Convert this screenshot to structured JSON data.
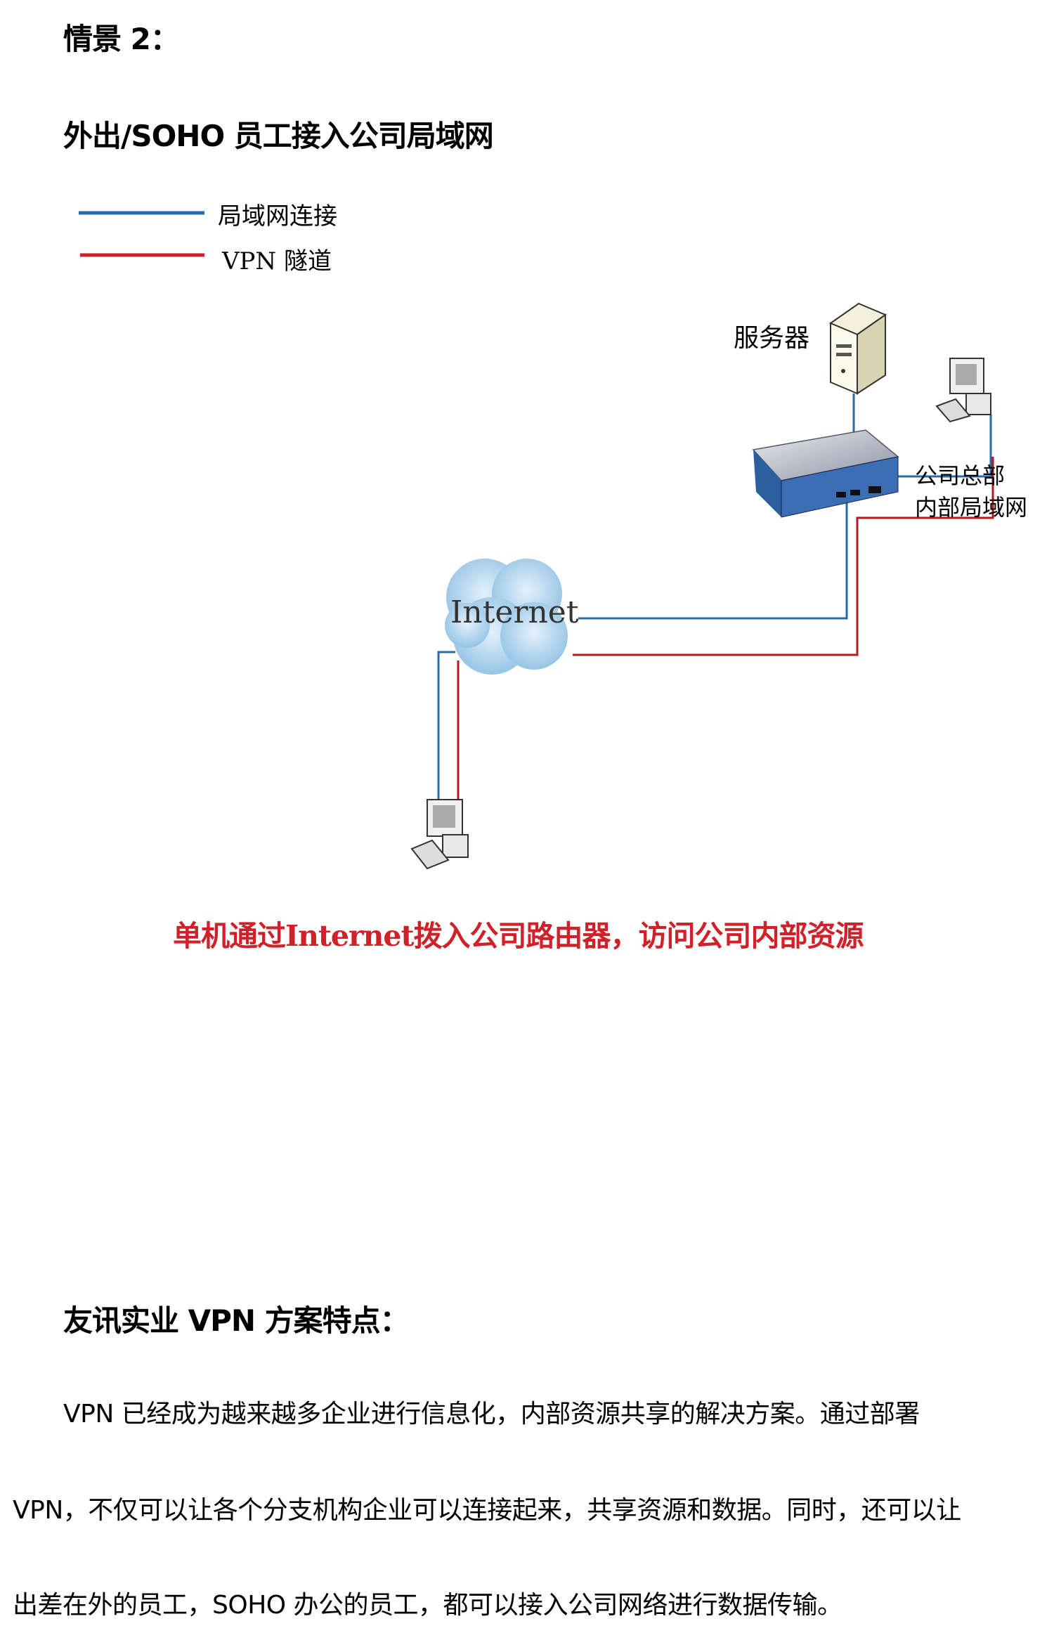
{
  "scenario_title": "情景 2：",
  "scenario_subtitle": "外出/SOHO 员工接入公司局域网",
  "diagram": {
    "legend": [
      {
        "label": "局域网连接",
        "color": "#2a6aa8"
      },
      {
        "label": "VPN 隧道",
        "color": "#d0202a"
      }
    ],
    "server_label": "服务器",
    "hq_label_line1": "公司总部",
    "hq_label_line2": "内部局域网",
    "cloud_label": "Internet",
    "caption": "单机通过Internet拨入公司路由器，访问公司内部资源",
    "caption_color": "#d0202a"
  },
  "features": {
    "heading": "友讯实业 VPN 方案特点：",
    "lines": [
      "VPN 已经成为越来越多企业进行信息化，内部资源共享的解决方案。通过部署",
      "VPN，不仅可以让各个分支机构企业可以连接起来，共享资源和数据。同时，还可以让",
      "出差在外的员工，SOHO 办公的员工，都可以接入公司网络进行数据传输。"
    ]
  }
}
